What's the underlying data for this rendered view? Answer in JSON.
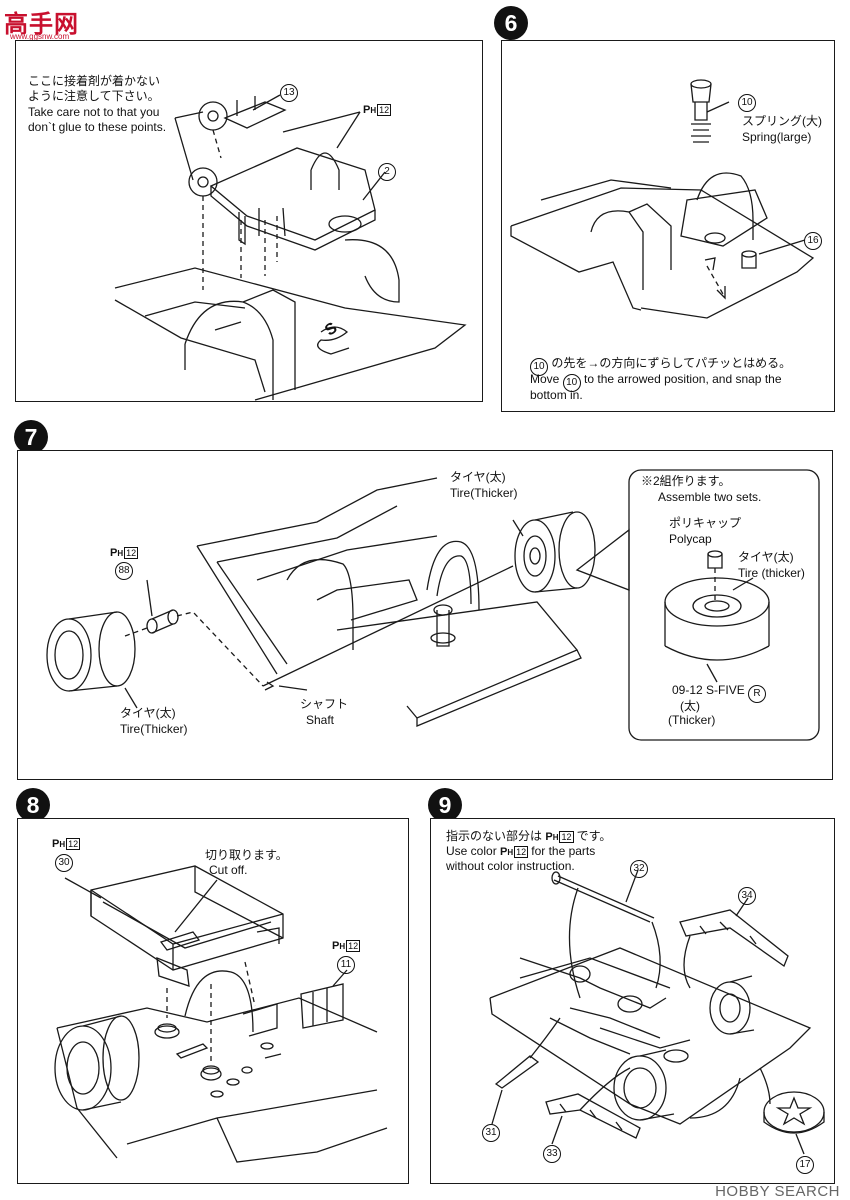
{
  "header": {
    "site_logo_text": "高手网",
    "site_url": "www.ggsnw.com"
  },
  "step5": {
    "note_jp": [
      "ここに接着剤が着かない",
      "ように注意して下さい。"
    ],
    "note_en": [
      "Take care not to that you",
      "don`t glue to these points."
    ],
    "part_13": "13",
    "part_2": "2",
    "color_ph": "P",
    "color_ph_sub": "H",
    "color_ph_num": "12",
    "floor_mark": "S"
  },
  "step6": {
    "number": "6",
    "part_10": "10",
    "spring_jp": "スプリング(大)",
    "spring_en": "Spring(large)",
    "part_16": "16",
    "instr_jp": "の先を→の方向にずらしてパチッとはめる。",
    "instr_en_a": "Move",
    "instr_en_b": "to the arrowed position, and snap the",
    "instr_en_c": "bottom in."
  },
  "step7": {
    "number": "7",
    "tire_top_jp": "タイヤ(太)",
    "tire_top_en": "Tire(Thicker)",
    "ph_label": "P",
    "ph_sub": "H",
    "ph_num": "12",
    "part_88": "88",
    "tire_bottom_jp": "タイヤ(太)",
    "tire_bottom_en": "Tire(Thicker)",
    "shaft_jp": "シャフト",
    "shaft_en": "Shaft",
    "inset": {
      "note_jp": "※2組作ります。",
      "note_en": "Assemble two sets.",
      "polycap_jp": "ポリキャップ",
      "polycap_en": "Polycap",
      "tire_jp": "タイヤ(太)",
      "tire_en": "Tire (thicker)",
      "sprue": "09-12 S-FIVE",
      "sprue_r": "R",
      "thick_jp": "(太)",
      "thick_en": "(Thicker)"
    }
  },
  "step8": {
    "number": "8",
    "ph_label": "P",
    "ph_sub": "H",
    "ph_num": "12",
    "part_30": "30",
    "cut_jp": "切り取ります。",
    "cut_en": "Cut off.",
    "ph2_label": "P",
    "ph2_sub": "H",
    "ph2_num": "12",
    "part_11": "11"
  },
  "step9": {
    "number": "9",
    "line1_a": "指示のない部分は",
    "line1_b": "です。",
    "ph_label": "P",
    "ph_sub": "H",
    "ph_num": "12",
    "line2_a": "Use color",
    "line2_b": "for the parts",
    "line3": "without color instruction.",
    "part_32": "32",
    "part_34": "34",
    "part_31": "31",
    "part_33": "33",
    "part_17": "17"
  },
  "footer": {
    "watermark": "HOBBY SEARCH"
  }
}
